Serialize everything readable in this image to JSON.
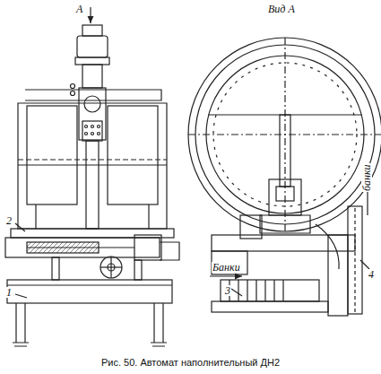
{
  "diagram": {
    "caption": "Рис. 50. Автомат наполнительный ДН2",
    "labels": [
      "А",
      "Вид А",
      "Банки",
      "банки",
      "1",
      "2",
      "3",
      "4"
    ]
  }
}
